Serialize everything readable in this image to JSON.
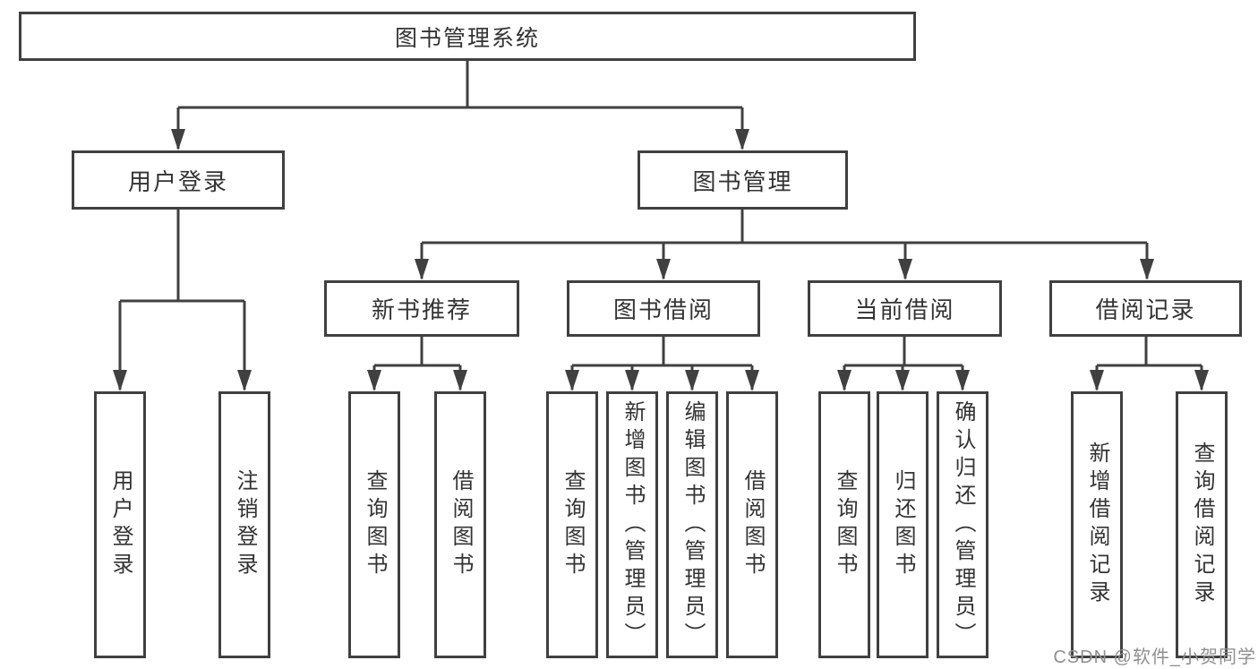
{
  "nodes": {
    "root": {
      "label": "图书管理系统"
    },
    "level2": [
      {
        "label": "用户登录",
        "parent": "图书管理系统"
      },
      {
        "label": "图书管理",
        "parent": "图书管理系统"
      }
    ],
    "level3": [
      {
        "label": "新书推荐",
        "parent": "图书管理"
      },
      {
        "label": "图书借阅",
        "parent": "图书管理"
      },
      {
        "label": "当前借阅",
        "parent": "图书管理"
      },
      {
        "label": "借阅记录",
        "parent": "图书管理"
      }
    ],
    "leaves": [
      {
        "label": "用户登录",
        "parent": "用户登录"
      },
      {
        "label": "注销登录",
        "parent": "用户登录"
      },
      {
        "label": "查询图书",
        "parent": "新书推荐"
      },
      {
        "label": "借阅图书",
        "parent": "新书推荐"
      },
      {
        "label": "查询图书",
        "parent": "图书借阅"
      },
      {
        "label": "新增图书（管理员）",
        "parent": "图书借阅"
      },
      {
        "label": "编辑图书（管理员）",
        "parent": "图书借阅"
      },
      {
        "label": "借阅图书",
        "parent": "图书借阅"
      },
      {
        "label": "查询图书",
        "parent": "当前借阅"
      },
      {
        "label": "归还图书",
        "parent": "当前借阅"
      },
      {
        "label": "确认归还（管理员）",
        "parent": "当前借阅"
      },
      {
        "label": "新增借阅记录",
        "parent": "借阅记录"
      },
      {
        "label": "查询借阅记录",
        "parent": "借阅记录"
      }
    ]
  },
  "watermark": "CSDN @软件_小贺同学",
  "colors": {
    "line": "#404040",
    "text": "#333333",
    "watermark": "#8f8f8f",
    "background": "#ffffff"
  }
}
